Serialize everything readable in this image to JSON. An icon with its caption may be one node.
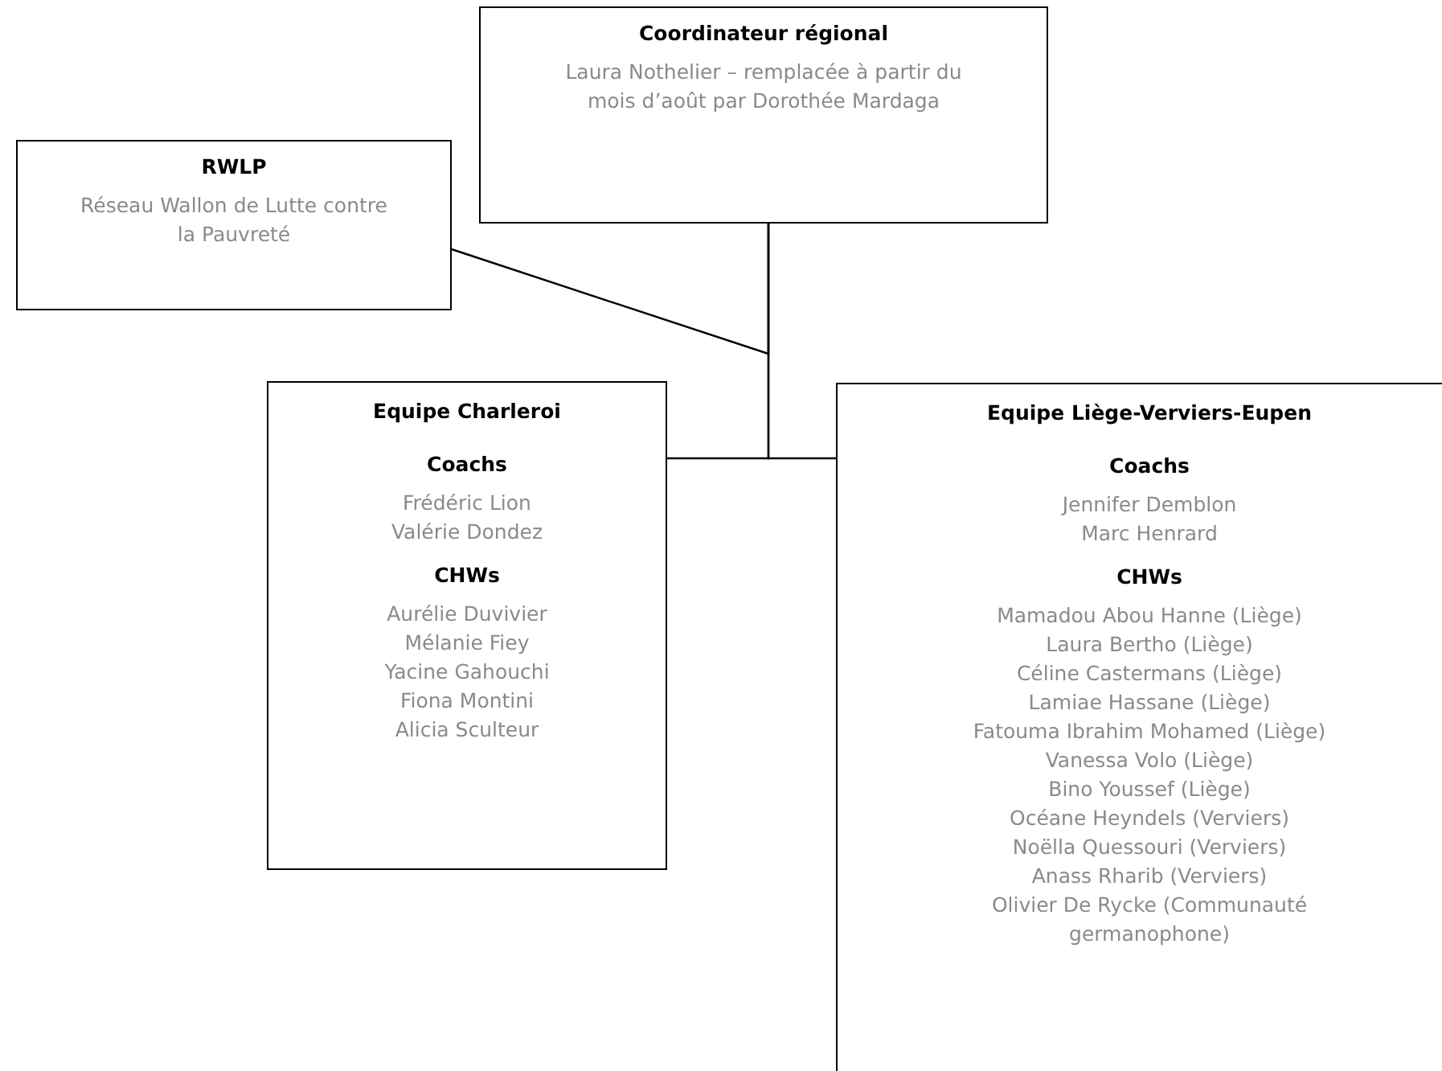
{
  "diagram": {
    "nodes": [
      {
        "text": [
          "RWLP",
          "Réseau Wallon de Lutte contre la Pauvreté"
        ]
      },
      {
        "text": [
          "Coordinateur régional",
          "Laura Nothelier – remplacée à partir du mois d’août par Dorothée Mardaga"
        ]
      },
      {
        "text": [
          "Equipe Charleroi",
          "Coachs",
          "Frédéric Lion",
          "Valérie Dondez",
          "CHWs",
          "Aurélie Duvivier",
          "Mélanie Fiey",
          "Yacine Gahouchi",
          "Fiona Montini",
          "Alicia Sculteur"
        ]
      },
      {
        "text": [
          "Equipe Liège-Verviers-Eupen",
          "Coachs",
          "Jennifer Demblon",
          "Marc Henrard",
          "CHWs",
          "Mamadou Abou Hanne (Liège)",
          "Laura Bertho (Liège)",
          "Céline Castermans (Liège)",
          "Lamiae Hassane (Liège)",
          "Fatouma Ibrahim Mohamed (Liège)",
          "Vanessa Volo (Liège)",
          "Bino Youssef (Liège)",
          "Océane Heyndels (Verviers)",
          "Noëlla Quessouri (Verviers)",
          "Anass Rharib (Verviers)",
          "Olivier De Rycke (Communauté germanophone)"
        ]
      }
    ],
    "edges": [
      {
        "from": 1,
        "to": 2,
        "arrow": "none"
      },
      {
        "from": 1,
        "to": 3,
        "arrow": "none"
      },
      {
        "from": 0,
        "to": 1,
        "arrow": "none"
      }
    ]
  }
}
